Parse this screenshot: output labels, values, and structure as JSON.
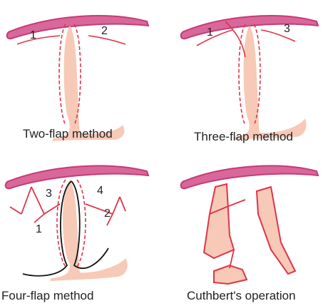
{
  "panels": [
    {
      "caption": "Two-flap method",
      "labels": [
        "1",
        "2"
      ]
    },
    {
      "caption": "Three-flap method",
      "labels": [
        "1",
        "3"
      ]
    },
    {
      "caption": "Four-flap method",
      "labels": [
        "3",
        "4",
        "1",
        "2"
      ]
    },
    {
      "caption": "Cuthbert's operation",
      "labels": []
    }
  ],
  "colors": {
    "arch_fill": "#d9679a",
    "arch_stroke": "#c43c76",
    "flap_fill": "#f7c9b7",
    "incision": "#e0334a",
    "outline_black": "#111111"
  }
}
